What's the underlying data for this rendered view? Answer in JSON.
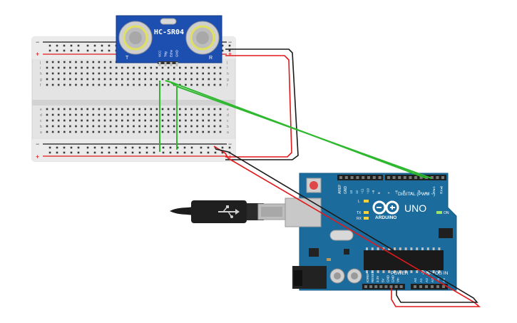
{
  "sensor": {
    "model": "HC-SR04",
    "mark_t": "T",
    "mark_r": "R",
    "pins": [
      "VCC",
      "Trig",
      "Echo",
      "GND"
    ]
  },
  "breadboard": {
    "rail_minus": "−",
    "rail_plus": "+",
    "rows_top": [
      "j",
      "i",
      "h",
      "g",
      "f"
    ],
    "rows_bottom": [
      "e",
      "d",
      "c",
      "b",
      "a"
    ]
  },
  "arduino": {
    "brand": "ARDUINO",
    "model": "UNO",
    "digital_label": "DIGITAL (PWM ~)",
    "power_label": "POWER",
    "analog_label": "ANALOG IN",
    "on_label": "ON",
    "tx_label": "TX",
    "rx_label": "RX",
    "l_label": "L",
    "aref_label": "AREF",
    "gnd_label": "GND",
    "digital_pins": [
      "13",
      "12",
      "~11",
      "~10",
      "~9",
      "8",
      "7",
      "~6",
      "~5",
      "4",
      "~3",
      "2",
      "TX▸1",
      "RX◂0"
    ],
    "power_pins": [
      "IOREF",
      "RESET",
      "3.3V",
      "5V",
      "GND",
      "GND",
      "Vin"
    ],
    "analog_pins": [
      "A0",
      "A1",
      "A2",
      "A3",
      "A4",
      "A5"
    ]
  },
  "colors": {
    "board_blue": "#1b6c9c",
    "breadboard": "#e6e6e6",
    "wire_red": "#e0191b",
    "wire_black": "#1a1a1a",
    "wire_green": "#2fb82f",
    "sensor_blue": "#1d4fb0"
  }
}
